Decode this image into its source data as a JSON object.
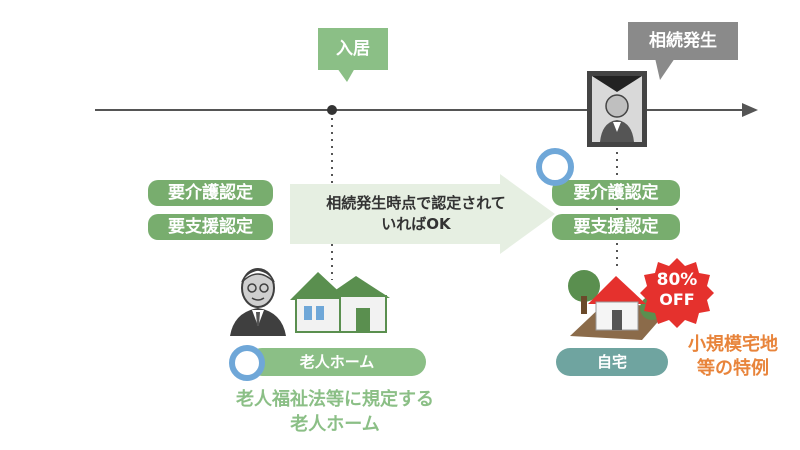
{
  "timeline": {
    "move_in_label": "入居",
    "inheritance_label": "相続発生"
  },
  "left": {
    "care_level_label": "要介護認定",
    "support_level_label": "要支援認定",
    "facility_badge": "老人ホーム",
    "facility_caption_line1": "老人福祉法等に規定する",
    "facility_caption_line2": "老人ホーム"
  },
  "arrow": {
    "line1": "相続発生時点で認定されて",
    "line2": "いればOK"
  },
  "right": {
    "care_level_label": "要介護認定",
    "support_level_label": "要支援認定",
    "home_badge": "自宅",
    "discount_pct": "80%",
    "discount_off": "OFF",
    "special_rule_line1": "小規模宅地",
    "special_rule_line2": "等の特例"
  },
  "colors": {
    "green": "#78ad6e",
    "light_green": "#8bbf86",
    "gray": "#8a8a8a",
    "teal": "#6fa4a0",
    "orange": "#e8843b",
    "red_badge": "#e5312d",
    "ring_blue": "#6fa7d8"
  },
  "icons": [
    "elderly-man-icon",
    "house-icon",
    "memorial-portrait-icon",
    "home-with-tree-icon",
    "discount-badge-icon",
    "ring-icon"
  ]
}
